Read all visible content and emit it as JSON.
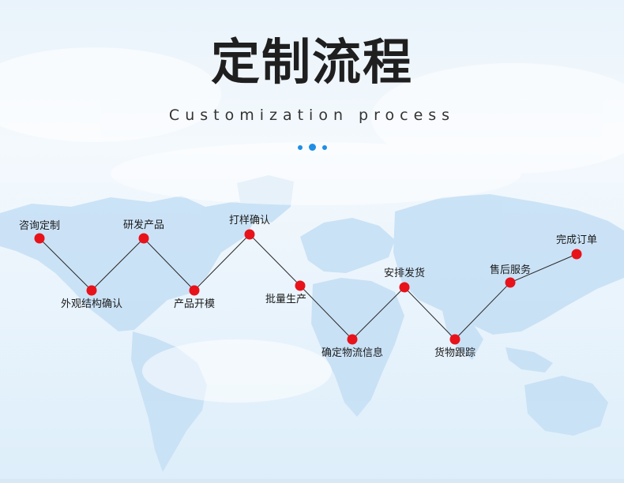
{
  "header": {
    "title": "定制流程",
    "subtitle": "Customization process"
  },
  "colors": {
    "node": "#e8121b",
    "line": "#2a2a2a",
    "accent_dots": "#1e8ee6",
    "map_land": "#bfdcf3"
  },
  "steps": [
    {
      "label": "咨询定制"
    },
    {
      "label": "外观结构确认"
    },
    {
      "label": "研发产品"
    },
    {
      "label": "产品开模"
    },
    {
      "label": "打样确认"
    },
    {
      "label": "批量生产"
    },
    {
      "label": "确定物流信息"
    },
    {
      "label": "安排发货"
    },
    {
      "label": "货物跟踪"
    },
    {
      "label": "售后服务"
    },
    {
      "label": "完成订单"
    }
  ]
}
